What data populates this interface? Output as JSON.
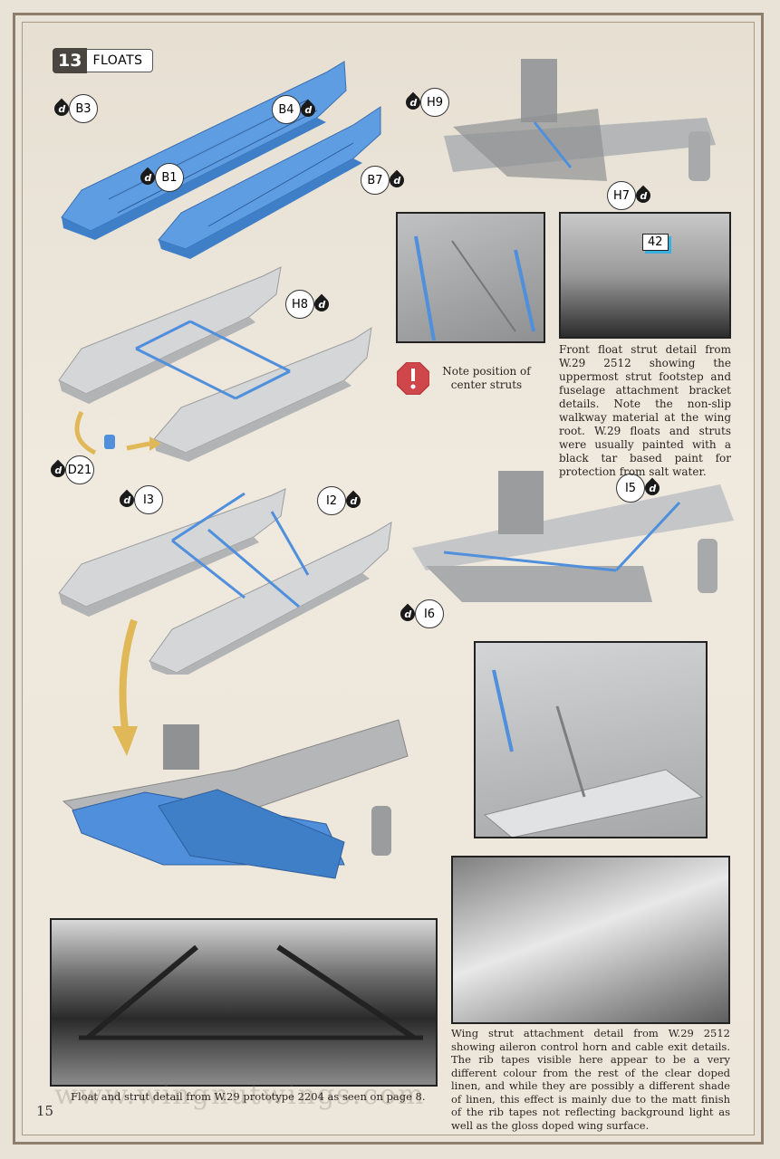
{
  "section": {
    "number": "13",
    "title": "FLOATS"
  },
  "callouts": {
    "b3": "B3",
    "b4": "B4",
    "b1": "B1",
    "b7": "B7",
    "h9": "H9",
    "h7": "H7",
    "h8": "H8",
    "d21": "D21",
    "i3": "I3",
    "i2": "I2",
    "i5": "I5",
    "i6": "I6",
    "decal": "d"
  },
  "decal_number": "42",
  "note": {
    "line1": "Note position of",
    "line2": "center struts"
  },
  "captions": {
    "front_float": "Front float strut detail from W.29 2512 showing the uppermost strut footstep and fuselage attachment bracket details. Note the non-slip walkway material at the wing root. W.29 floats and struts were usually painted with a black tar based paint for protection from salt water.",
    "wing_strut": "Wing strut attachment detail from W.29 2512 showing aileron control horn and cable exit details. The rib tapes visible here appear to be a very different colour from the rest of the clear doped linen, and while they are possibly a different shade of linen, this effect is mainly due to the matt finish of the rib tapes not reflecting background light as well as the gloss doped wing surface.",
    "float_prototype": "Float and strut detail from W.29 prototype 2204 as seen on page 8."
  },
  "watermark": "www.wingnutwings.com",
  "page_number": "15",
  "colors": {
    "blue_part": "#4f8fdc",
    "grey_part": "#c9cbcc",
    "arrow": "#e0b858"
  }
}
